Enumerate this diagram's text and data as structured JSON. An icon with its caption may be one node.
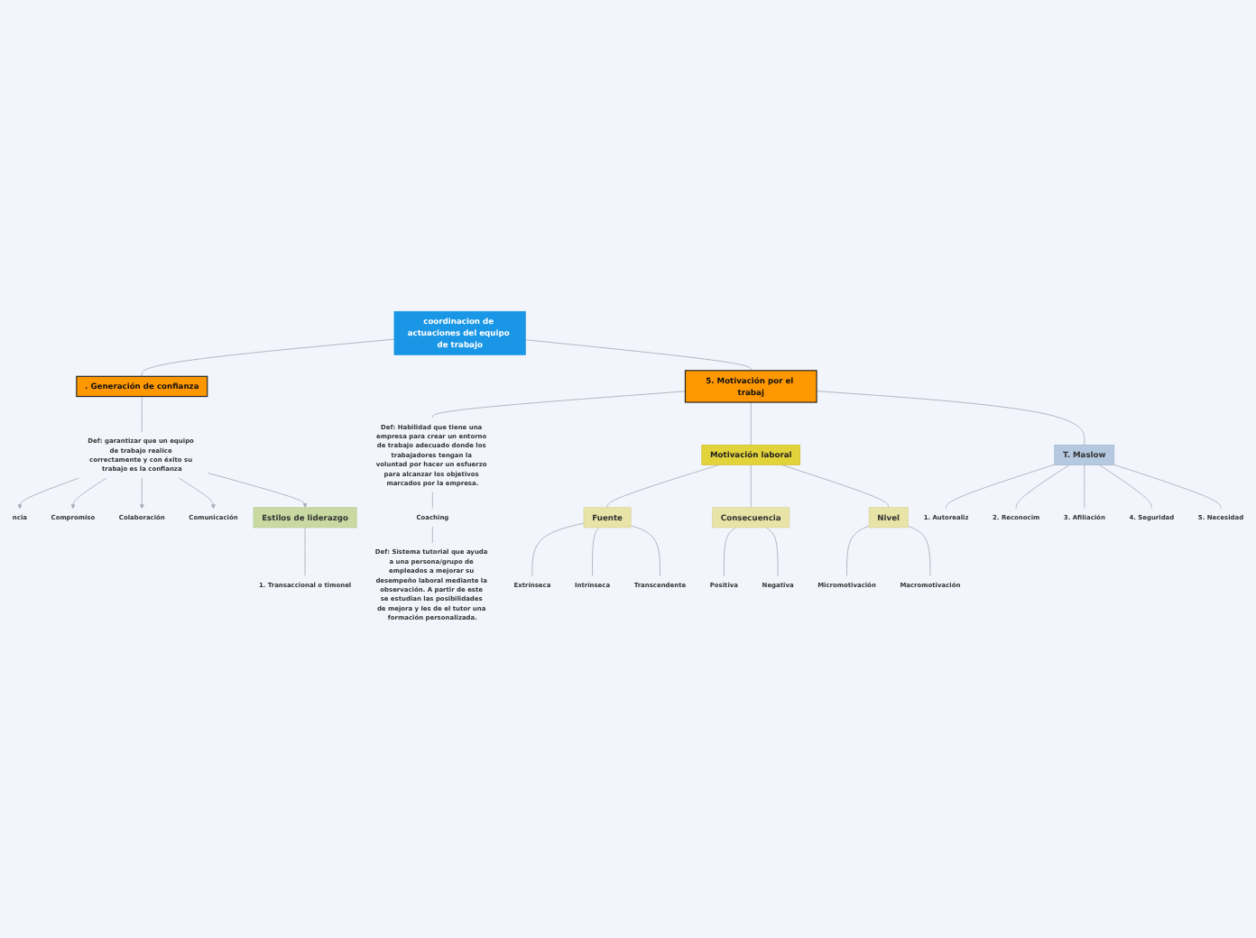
{
  "diagram": {
    "nodes": [
      {
        "text": [
          "coordinacion de actuaciones del equipo de trabajo"
        ]
      },
      {
        "text": [
          ". Generación de confianza"
        ]
      },
      {
        "text": [
          "**Def:** garantizar que un equipo de trabajo realice correctamente y con éxito su trabajo es la confianza"
        ]
      },
      {
        "text": [
          "ncia"
        ]
      },
      {
        "text": [
          "Compromiso"
        ]
      },
      {
        "text": [
          "Colaboración"
        ]
      },
      {
        "text": [
          "Comunicación"
        ]
      },
      {
        "text": [
          "Estilos de liderazgo"
        ]
      },
      {
        "text": [
          "1. Transaccional o timonel"
        ]
      },
      {
        "text": [
          "5. Motivación por el trabaj"
        ]
      },
      {
        "text": [
          "Def: Habilidad que tiene una empresa para crear un entorno de trabajo adecuado donde los trabajadores tengan la voluntad por hacer un esfuerzo para alcanzar los objetivos marcados por la empresa."
        ]
      },
      {
        "text": [
          "Coaching"
        ]
      },
      {
        "text": [
          "**Def:** Sistema tutorial que ayuda a una persona/grupo de empleados a mejorar su desempeño laboral mediante la observación. A partir de este se estudian las posibilidades de mejora y les de el tutor una formación personalizada."
        ]
      },
      {
        "text": [
          "Motivación laboral"
        ]
      },
      {
        "text": [
          "Fuente"
        ]
      },
      {
        "text": [
          "Consecuencia"
        ]
      },
      {
        "text": [
          "Nivel"
        ]
      },
      {
        "text": [
          "Extrínseca"
        ]
      },
      {
        "text": [
          "Intrínseca"
        ]
      },
      {
        "text": [
          "Transcendente"
        ]
      },
      {
        "text": [
          "Positiva"
        ]
      },
      {
        "text": [
          "Negativa"
        ]
      },
      {
        "text": [
          "Micromotivación"
        ]
      },
      {
        "text": [
          "Macromotivación"
        ]
      },
      {
        "text": [
          "T. Maslow"
        ]
      },
      {
        "text": [
          "1. Autorealiz"
        ]
      },
      {
        "text": [
          "2. Reconocim"
        ]
      },
      {
        "text": [
          "3. Afiliación"
        ]
      },
      {
        "text": [
          "4. Seguridad"
        ]
      },
      {
        "text": [
          "5. Necesidad"
        ]
      }
    ],
    "edges": [
      {
        "from": 0,
        "to": 1,
        "arrow": "none"
      },
      {
        "from": 1,
        "to": 2,
        "arrow": "none"
      },
      {
        "from": 2,
        "to": 3,
        "arrow": "to"
      },
      {
        "from": 2,
        "to": 4,
        "arrow": "to"
      },
      {
        "from": 2,
        "to": 5,
        "arrow": "to"
      },
      {
        "from": 2,
        "to": 6,
        "arrow": "to"
      },
      {
        "from": 2,
        "to": 7,
        "arrow": "to"
      },
      {
        "from": 7,
        "to": 8,
        "arrow": "none"
      },
      {
        "from": 0,
        "to": 9,
        "arrow": "none"
      },
      {
        "from": 9,
        "to": 10,
        "arrow": "none"
      },
      {
        "from": 10,
        "to": 11,
        "arrow": "none"
      },
      {
        "from": 11,
        "to": 12,
        "arrow": "none"
      },
      {
        "from": 9,
        "to": 13,
        "arrow": "none"
      },
      {
        "from": 13,
        "to": 14,
        "arrow": "none"
      },
      {
        "from": 13,
        "to": 15,
        "arrow": "none"
      },
      {
        "from": 13,
        "to": 16,
        "arrow": "none"
      },
      {
        "from": 14,
        "to": 17,
        "arrow": "none"
      },
      {
        "from": 14,
        "to": 18,
        "arrow": "none"
      },
      {
        "from": 14,
        "to": 19,
        "arrow": "none"
      },
      {
        "from": 15,
        "to": 20,
        "arrow": "none"
      },
      {
        "from": 15,
        "to": 21,
        "arrow": "none"
      },
      {
        "from": 16,
        "to": 22,
        "arrow": "none"
      },
      {
        "from": 16,
        "to": 23,
        "arrow": "none"
      },
      {
        "from": 9,
        "to": 24,
        "arrow": "none"
      },
      {
        "from": 24,
        "to": 25,
        "arrow": "none"
      },
      {
        "from": 24,
        "to": 26,
        "arrow": "none"
      },
      {
        "from": 24,
        "to": 27,
        "arrow": "none"
      },
      {
        "from": 24,
        "to": 28,
        "arrow": "none"
      },
      {
        "from": 24,
        "to": 29,
        "arrow": "none"
      }
    ]
  }
}
